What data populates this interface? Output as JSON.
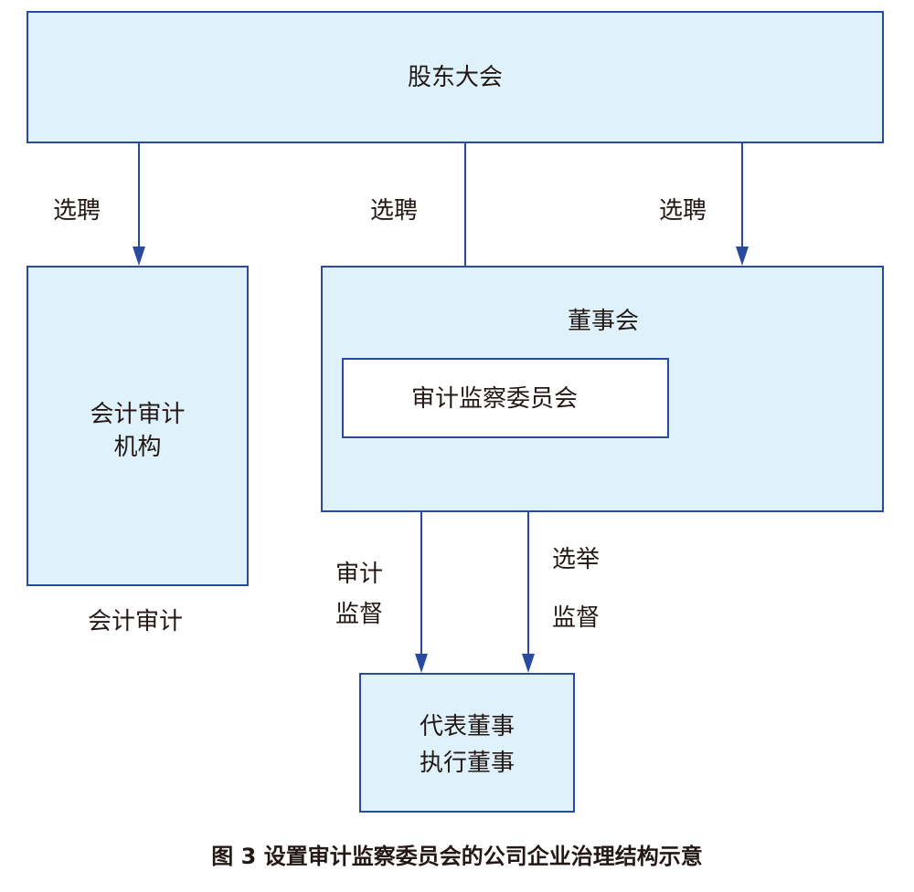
{
  "nodes": {
    "shareholders": "股东大会",
    "audit_institution": [
      "会计审计",
      "机构"
    ],
    "board": "董事会",
    "audit_committee": "审计监察委员会",
    "executives": [
      "代表董事",
      "执行董事"
    ]
  },
  "edges": {
    "to_audit_institution": "选聘",
    "to_audit_committee": "选聘",
    "to_board": "选聘",
    "audit_supervision": [
      "审计",
      "监督"
    ],
    "elect": "选举",
    "supervise": "监督"
  },
  "notes": {
    "below_audit_institution": "会计审计"
  },
  "caption": "图 3  设置审计监察委员会的公司企业治理结构示意",
  "colors": {
    "line": "#2a4aa0",
    "fill": "#dff2fb"
  }
}
